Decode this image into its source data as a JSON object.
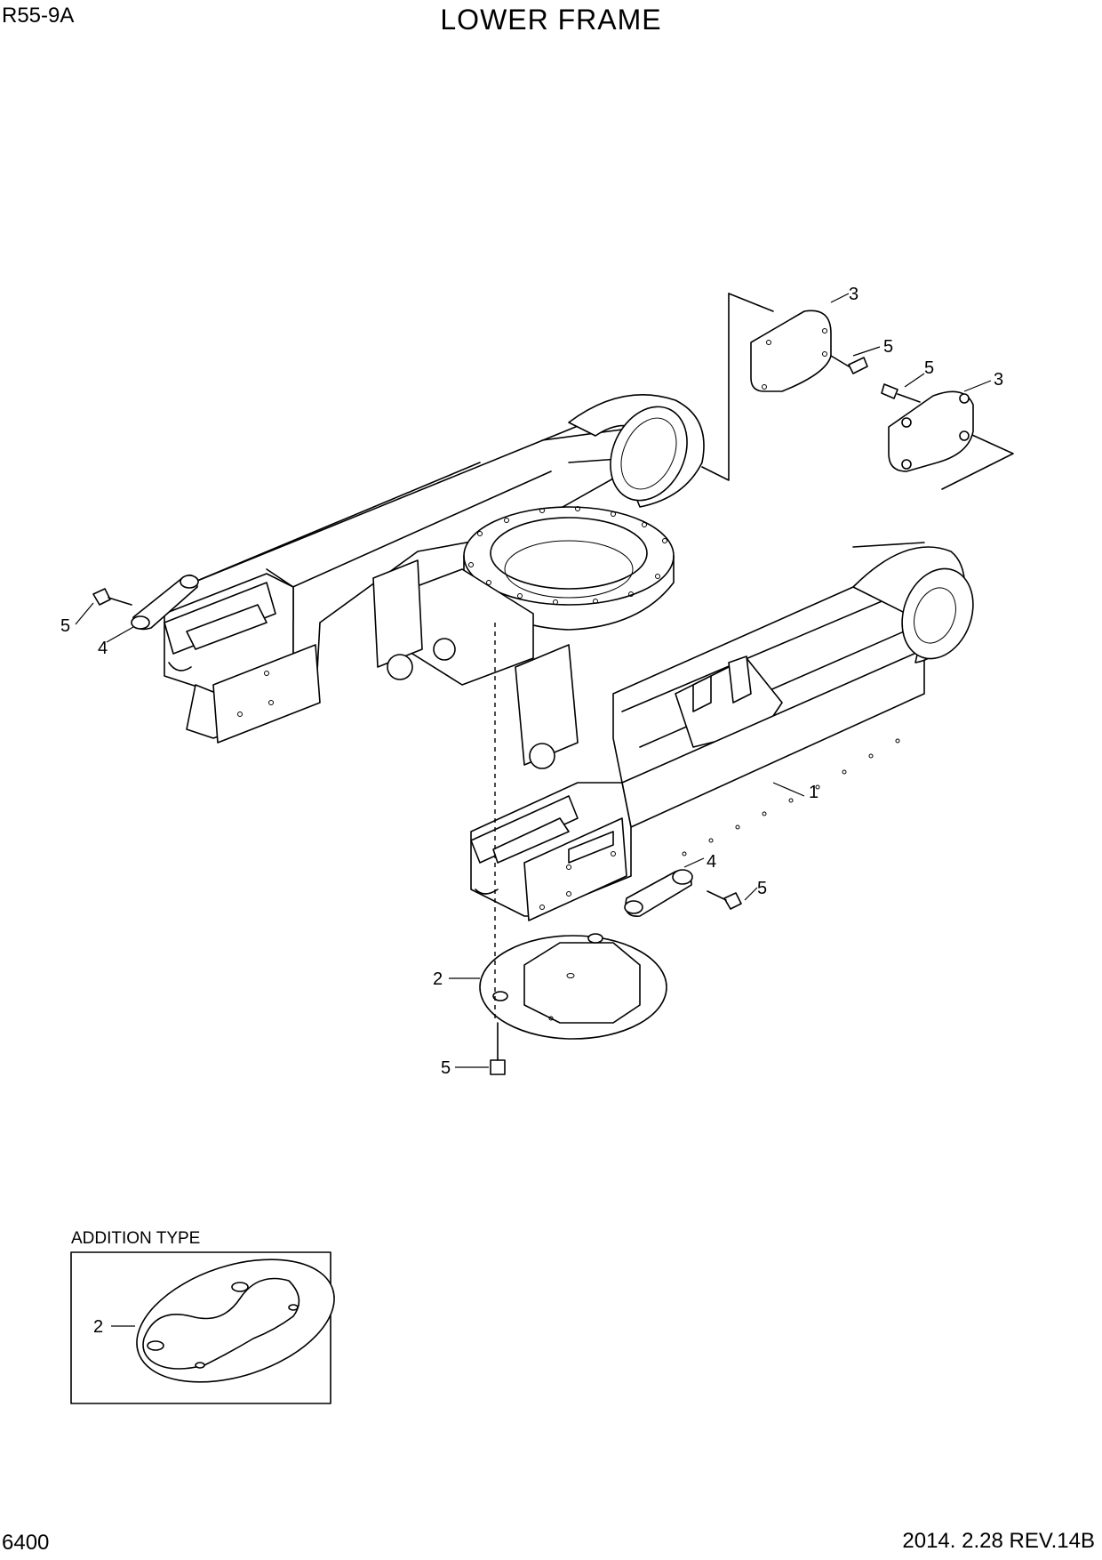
{
  "header": {
    "model": "R55-9A",
    "title": "LOWER FRAME"
  },
  "footer": {
    "page_number": "6400",
    "date_revision": "2014. 2.28  REV.14B"
  },
  "inset": {
    "label": "ADDITION TYPE"
  },
  "callouts": {
    "c1": "1",
    "c2": "2",
    "c3": "3",
    "c4": "4",
    "c5": "5"
  }
}
